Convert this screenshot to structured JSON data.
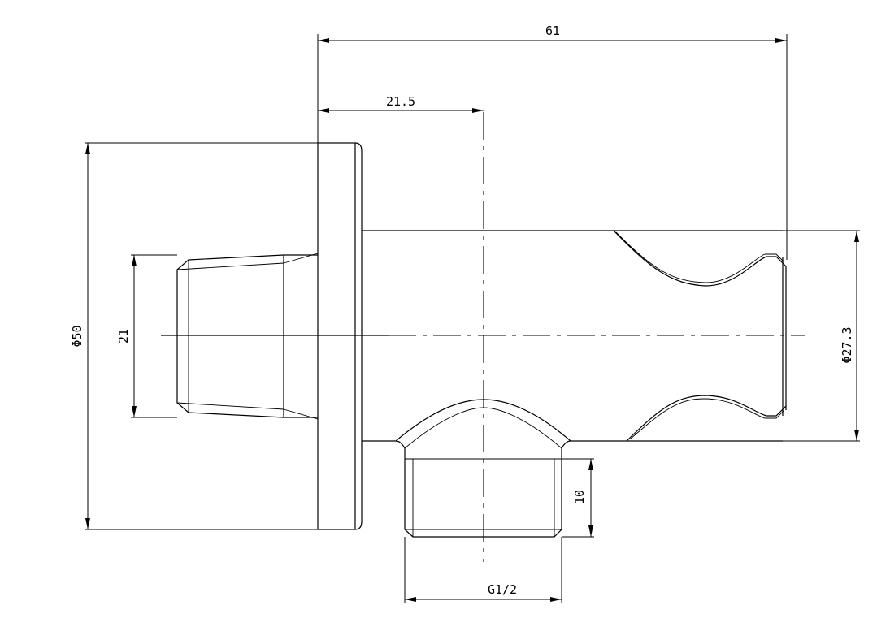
{
  "diagram": {
    "colors": {
      "line": "#000000",
      "background": "#ffffff"
    },
    "dimensions": {
      "overall_length": "61",
      "outlet_offset": "21.5",
      "flange_diameter": "Φ50",
      "inlet_thread_length": "21",
      "body_diameter": "Φ27.3",
      "outlet_thread_depth": "10",
      "outlet_thread": "G1/2"
    }
  }
}
